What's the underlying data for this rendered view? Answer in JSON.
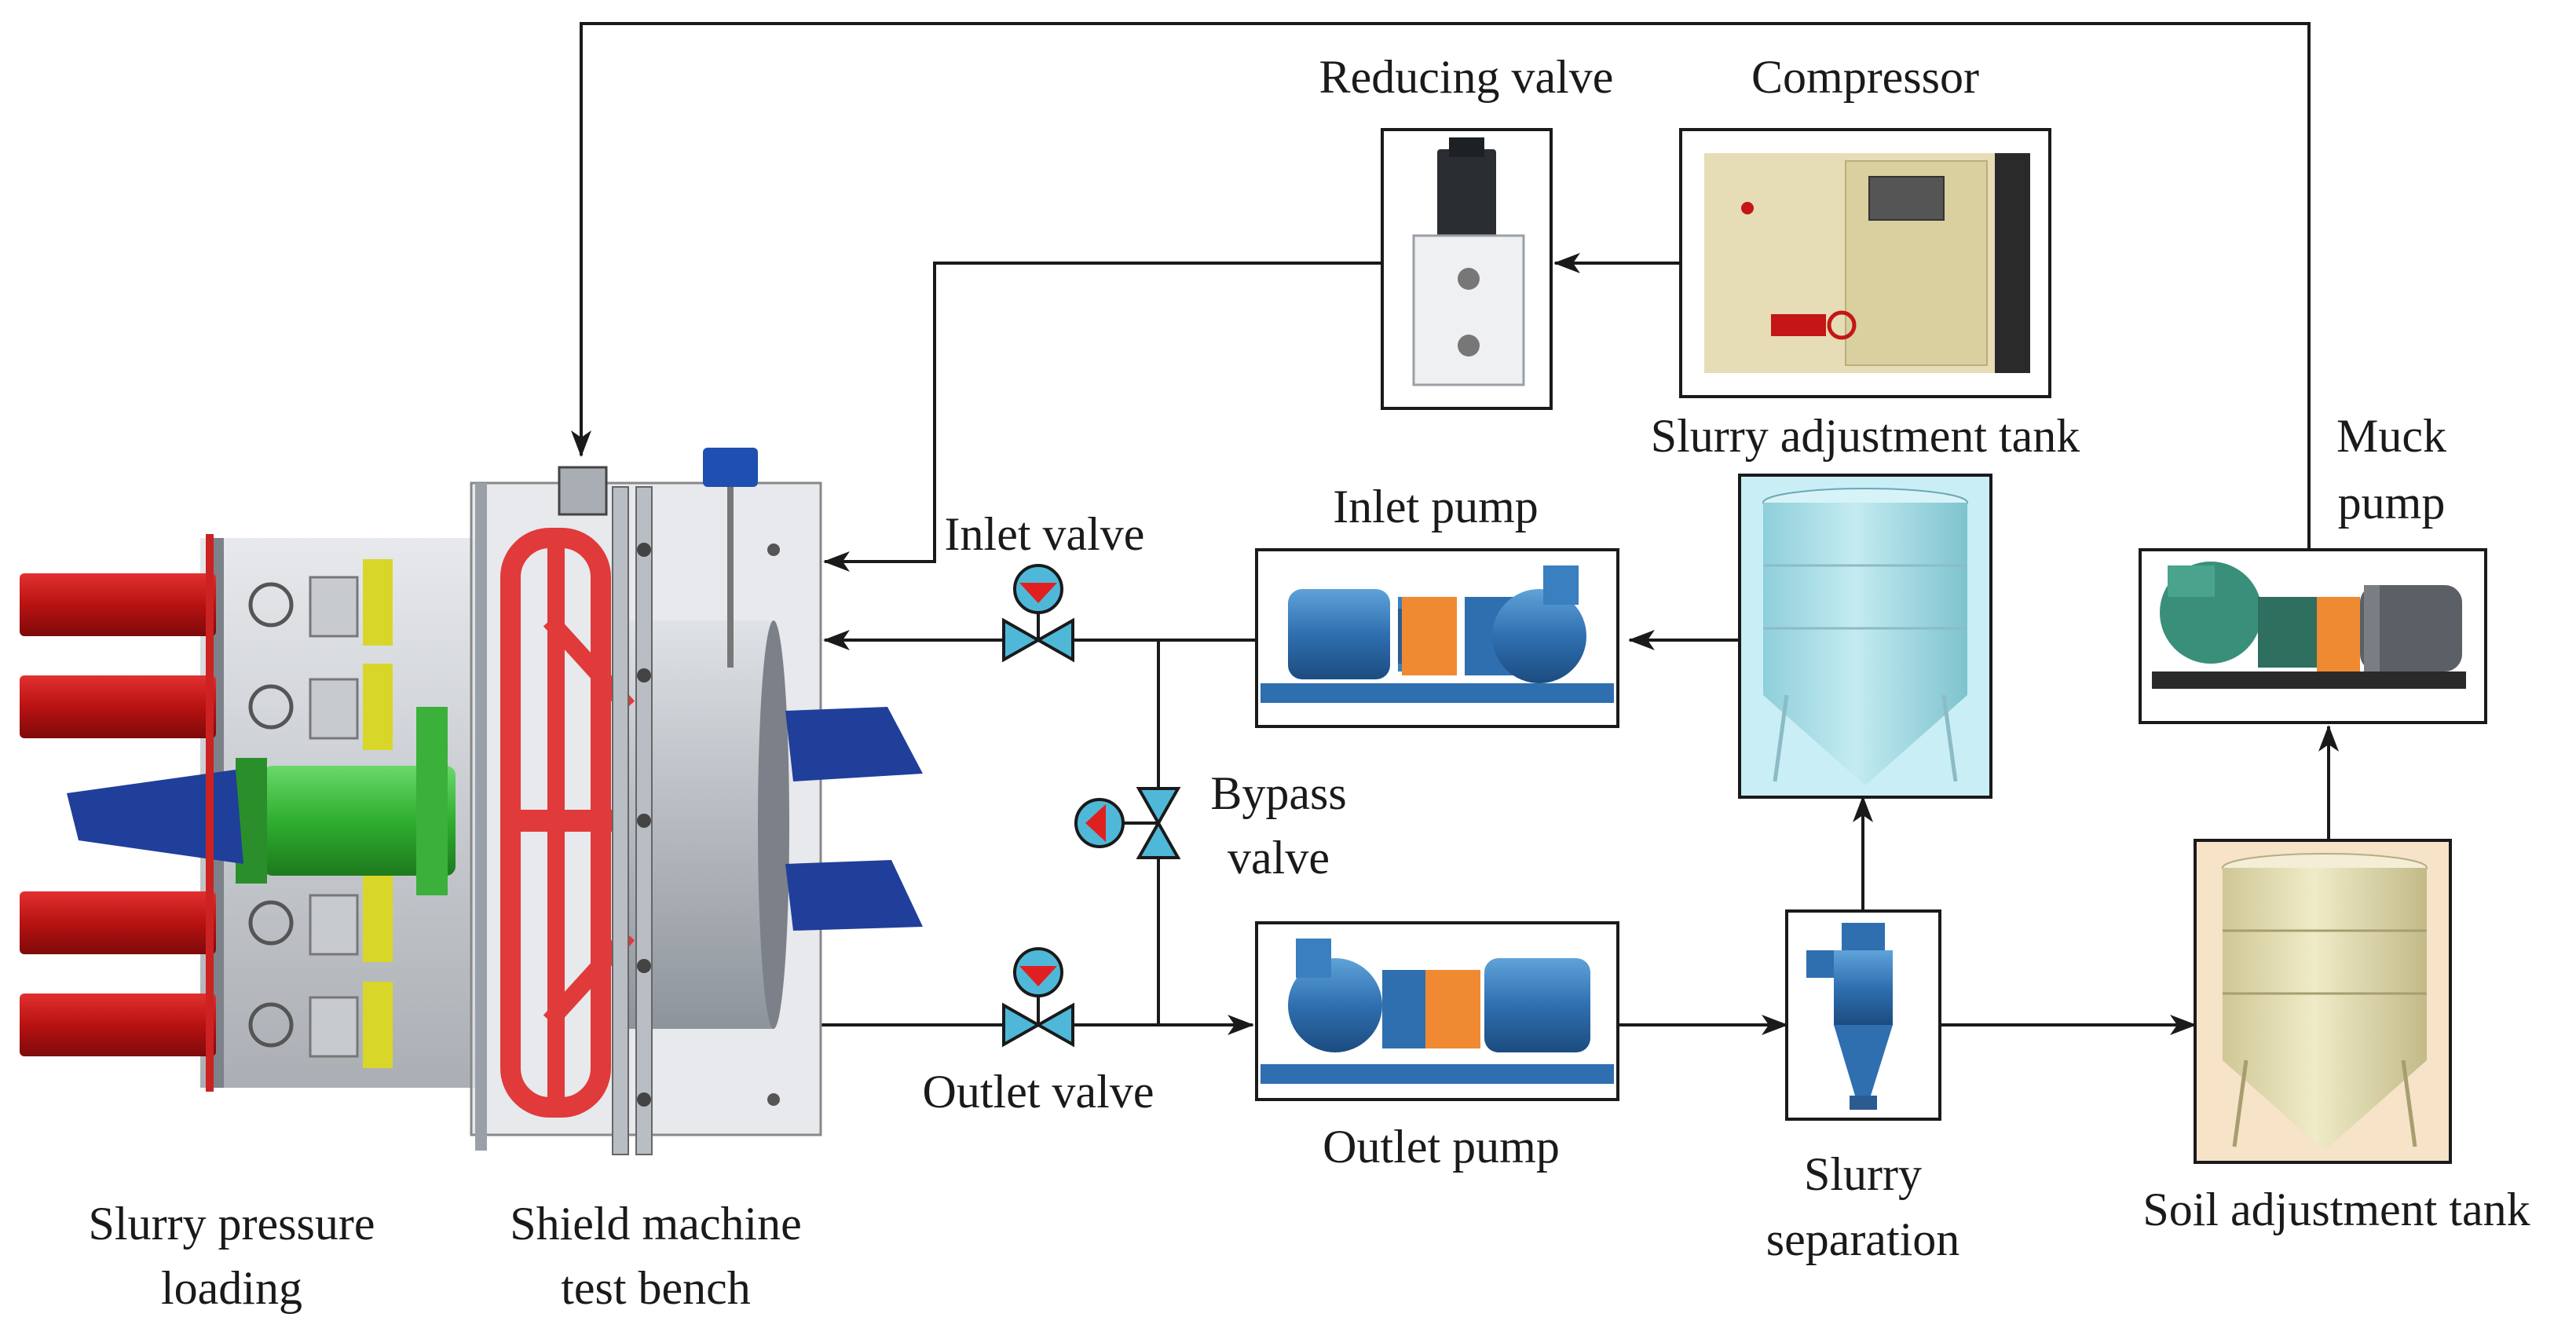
{
  "labels": {
    "reducing_valve": "Reducing valve",
    "compressor": "Compressor",
    "slurry_adjustment_tank": "Slurry adjustment tank",
    "muck_pump_line1": "Muck",
    "muck_pump_line2": "pump",
    "inlet_valve": "Inlet valve",
    "inlet_pump": "Inlet pump",
    "bypass_valve_line1": "Bypass",
    "bypass_valve_line2": "valve",
    "outlet_valve": "Outlet valve",
    "outlet_pump": "Outlet pump",
    "slurry_separation_line1": "Slurry",
    "slurry_separation_line2": "separation",
    "soil_adjustment_tank": "Soil adjustment tank",
    "slurry_pressure_loading_line1": "Slurry pressure",
    "slurry_pressure_loading_line2": "loading",
    "shield_machine_line1": "Shield machine",
    "shield_machine_line2": "test bench"
  },
  "colors": {
    "line": "#1a1a1a",
    "pump_blue": "#2f6fb0",
    "coupling_orange": "#f08a32",
    "cutterhead_red": "#e03a3a",
    "cylinder_red": "#c81818",
    "hose_blue": "#1f3f9a",
    "green": "#3bb03b",
    "yellow": "#d9d62a",
    "valve_cyan": "#4fb8d8",
    "valve_red": "#e02020",
    "tank_cyan": "#a9dde6",
    "tank_cyan_bg": "#c9eef5",
    "tank_beige": "#e3ddb0",
    "tank_beige_bg": "#f6e3c8",
    "compressor_beige": "#e6dcb6",
    "steel": "#a8adb3"
  },
  "icons": [
    "reducing-valve-icon",
    "compressor-icon",
    "inlet-pump-icon",
    "outlet-pump-icon",
    "muck-pump-icon",
    "slurry-adjustment-tank-icon",
    "soil-adjustment-tank-icon",
    "hydrocyclone-icon",
    "inlet-valve-icon",
    "outlet-valve-icon",
    "bypass-valve-icon",
    "slurry-pressure-loading-icon",
    "shield-machine-test-bench-icon"
  ]
}
